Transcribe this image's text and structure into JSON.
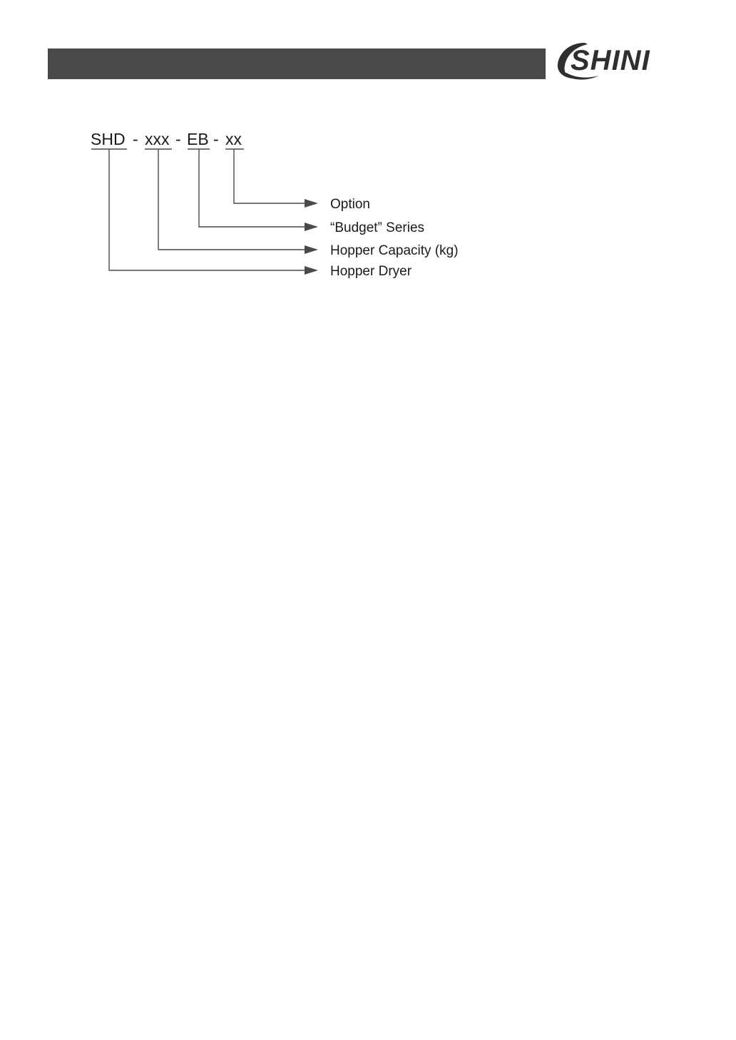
{
  "header": {
    "bar_color": "#4a4849",
    "logo_icon": "shini-logo"
  },
  "model_code": {
    "segments": [
      "SHD",
      "xxx",
      "EB",
      "xx"
    ],
    "separator": "-"
  },
  "legend": {
    "items": [
      {
        "label": "Option"
      },
      {
        "label": "“Budget” Series"
      },
      {
        "label": "Hopper Capacity (kg)"
      },
      {
        "label": "Hopper Dryer"
      }
    ]
  }
}
